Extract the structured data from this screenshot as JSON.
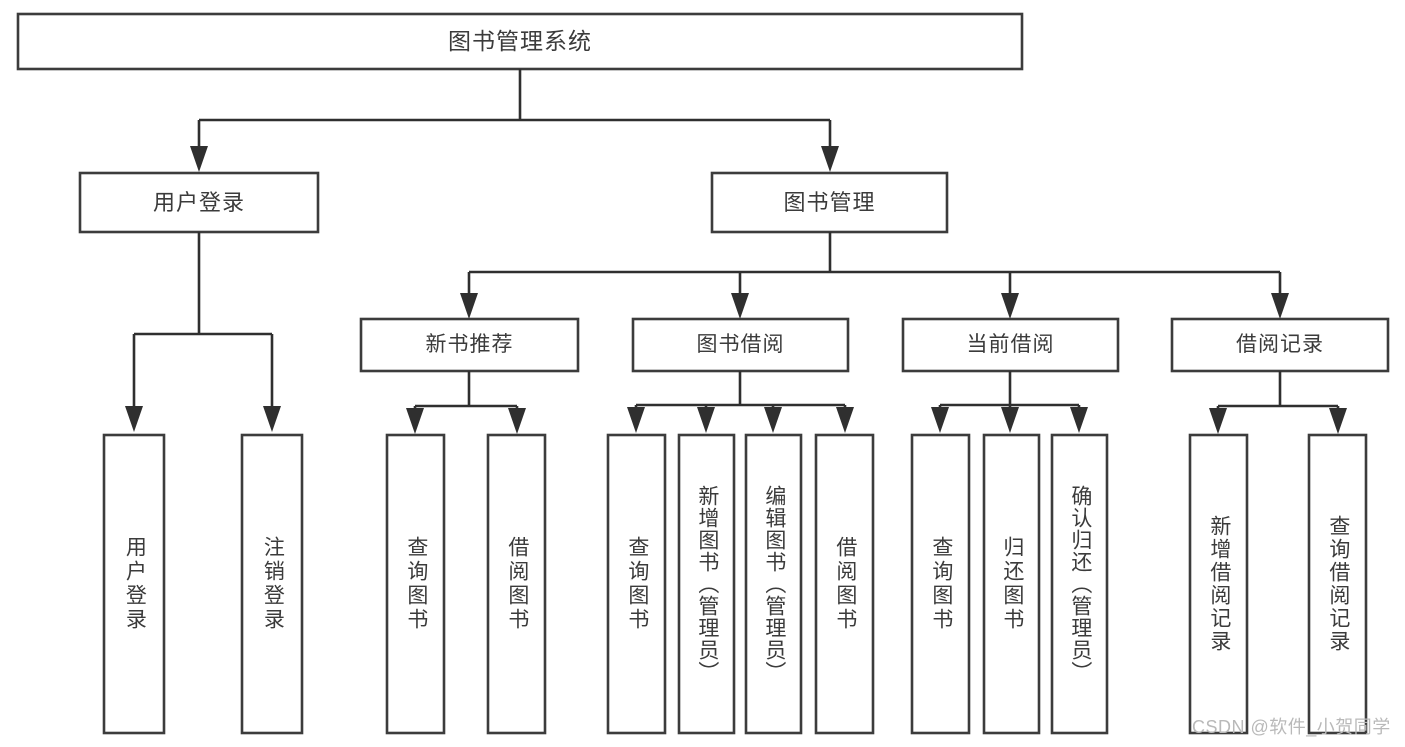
{
  "diagram": {
    "title": "图书管理系统",
    "type": "tree",
    "watermark": "CSDN @软件_小贺同学",
    "colors": {
      "box_stroke": "#3c3c3c",
      "edge": "#2f2f2f",
      "text": "#3b3b3b",
      "background": "#ffffff",
      "watermark": "#b9b9b9"
    },
    "nodes": {
      "root": {
        "label": "图书管理系统",
        "level": 0,
        "orientation": "horizontal"
      },
      "user_login": {
        "label": "用户登录",
        "level": 1,
        "orientation": "horizontal"
      },
      "book_mgmt": {
        "label": "图书管理",
        "level": 1,
        "orientation": "horizontal"
      },
      "new_book_rec": {
        "label": "新书推荐",
        "level": 2,
        "orientation": "horizontal"
      },
      "book_borrow": {
        "label": "图书借阅",
        "level": 2,
        "orientation": "horizontal"
      },
      "current_borrow": {
        "label": "当前借阅",
        "level": 2,
        "orientation": "horizontal"
      },
      "borrow_record": {
        "label": "借阅记录",
        "level": 2,
        "orientation": "horizontal"
      },
      "leaf_user_login": {
        "label": "用户登录",
        "level": 2,
        "orientation": "vertical"
      },
      "leaf_logout": {
        "label": "注销登录",
        "level": 2,
        "orientation": "vertical"
      },
      "leaf_query_book_1": {
        "label": "查询图书",
        "level": 3,
        "orientation": "vertical"
      },
      "leaf_borrow_book_1": {
        "label": "借阅图书",
        "level": 3,
        "orientation": "vertical"
      },
      "leaf_query_book_2": {
        "label": "查询图书",
        "level": 3,
        "orientation": "vertical"
      },
      "leaf_add_book": {
        "label": "新增图书（管理员）",
        "level": 3,
        "orientation": "vertical"
      },
      "leaf_edit_book": {
        "label": "编辑图书（管理员）",
        "level": 3,
        "orientation": "vertical"
      },
      "leaf_borrow_book_2": {
        "label": "借阅图书",
        "level": 3,
        "orientation": "vertical"
      },
      "leaf_query_book_3": {
        "label": "查询图书",
        "level": 3,
        "orientation": "vertical"
      },
      "leaf_return_book": {
        "label": "归还图书",
        "level": 3,
        "orientation": "vertical"
      },
      "leaf_confirm_return": {
        "label": "确认归还（管理员）",
        "level": 3,
        "orientation": "vertical"
      },
      "leaf_add_record": {
        "label": "新增借阅记录",
        "level": 3,
        "orientation": "vertical"
      },
      "leaf_query_record": {
        "label": "查询借阅记录",
        "level": 3,
        "orientation": "vertical"
      }
    },
    "edges": [
      {
        "from": "root",
        "to": "user_login"
      },
      {
        "from": "root",
        "to": "book_mgmt"
      },
      {
        "from": "user_login",
        "to": "leaf_user_login"
      },
      {
        "from": "user_login",
        "to": "leaf_logout"
      },
      {
        "from": "book_mgmt",
        "to": "new_book_rec"
      },
      {
        "from": "book_mgmt",
        "to": "book_borrow"
      },
      {
        "from": "book_mgmt",
        "to": "current_borrow"
      },
      {
        "from": "book_mgmt",
        "to": "borrow_record"
      },
      {
        "from": "new_book_rec",
        "to": "leaf_query_book_1"
      },
      {
        "from": "new_book_rec",
        "to": "leaf_borrow_book_1"
      },
      {
        "from": "book_borrow",
        "to": "leaf_query_book_2"
      },
      {
        "from": "book_borrow",
        "to": "leaf_add_book"
      },
      {
        "from": "book_borrow",
        "to": "leaf_edit_book"
      },
      {
        "from": "book_borrow",
        "to": "leaf_borrow_book_2"
      },
      {
        "from": "current_borrow",
        "to": "leaf_query_book_3"
      },
      {
        "from": "current_borrow",
        "to": "leaf_return_book"
      },
      {
        "from": "current_borrow",
        "to": "leaf_confirm_return"
      },
      {
        "from": "borrow_record",
        "to": "leaf_add_record"
      },
      {
        "from": "borrow_record",
        "to": "leaf_query_record"
      }
    ]
  }
}
